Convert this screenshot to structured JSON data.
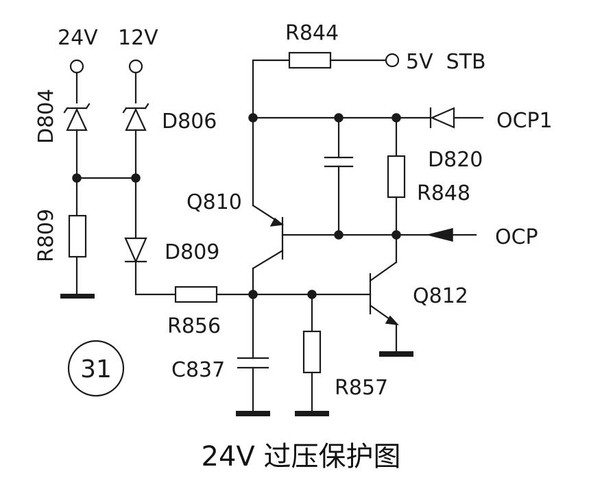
{
  "labels": {
    "v24": "24V",
    "v12": "12V",
    "d804": "D804",
    "d806": "D806",
    "r809": "R809",
    "d809": "D809",
    "r856": "R856",
    "c837": "C837",
    "r857": "R857",
    "q810": "Q810",
    "q812": "Q812",
    "r844": "R844",
    "stb": "5V  STB",
    "ocp1": "OCP1",
    "d820": "D820",
    "r848": "R848",
    "ocp": "OCP",
    "figure_number": "31"
  },
  "caption": "24V 过压保护图",
  "colors": {
    "ink": "#1a1a1a",
    "background": "#ffffff"
  }
}
